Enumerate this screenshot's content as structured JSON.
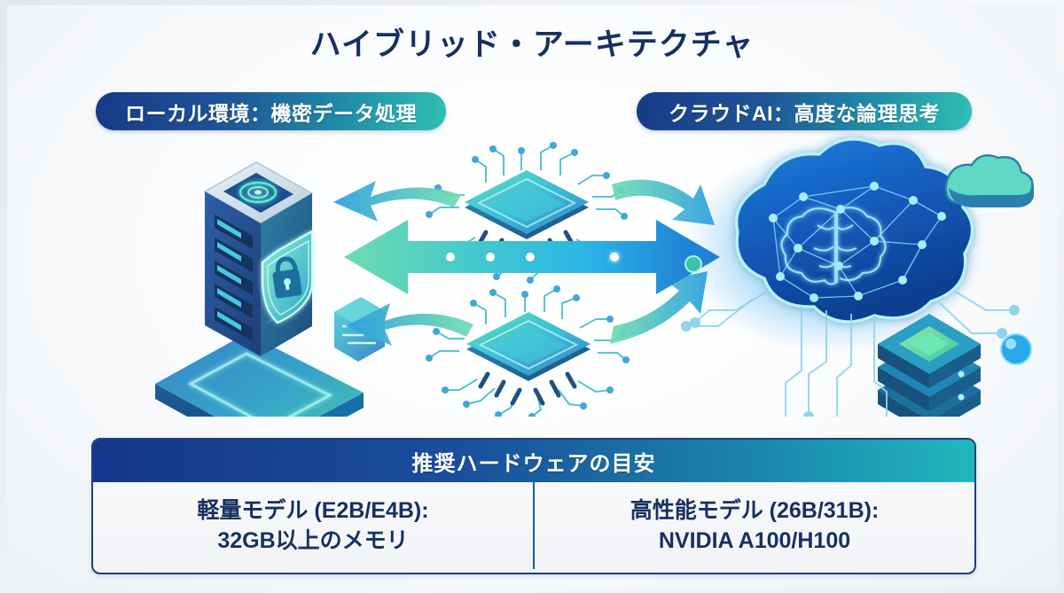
{
  "title": "ハイブリッド・アーキテクチャ",
  "badges": {
    "left": "ローカル環境：機密データ処理",
    "right": "クラウドAI：高度な論理思考"
  },
  "diagram": {
    "left_node": "server-tower-with-lock-shield",
    "right_node": "ai-cloud-neural-network",
    "center_nodes": [
      "cpu-chip-top",
      "cpu-chip-bottom"
    ],
    "flow": "bidirectional",
    "accent_navy": "#173a86",
    "accent_teal": "#2fc0b4",
    "accent_blue": "#1e88e5",
    "accent_green": "#5fd6a4",
    "accent_cyan": "#35c6ec"
  },
  "hardware_table": {
    "header": "推奨ハードウェアの目安",
    "cells": [
      {
        "line1": "軽量モデル (E2B/E4B):",
        "line2": "32GB以上のメモリ"
      },
      {
        "line1": "高性能モデル (26B/31B):",
        "line2": "NVIDIA A100/H100"
      }
    ]
  }
}
